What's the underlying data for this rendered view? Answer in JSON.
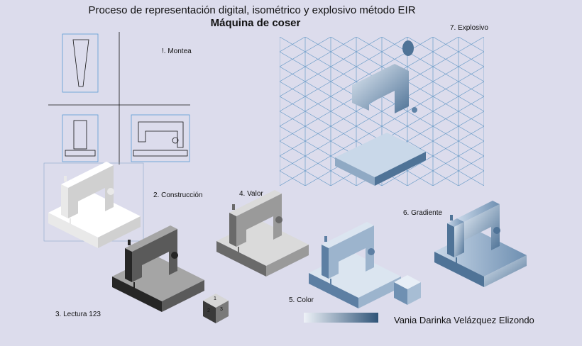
{
  "header": {
    "title": "Proceso de representación digital, isométrico y explosivo método EIR",
    "subtitle": "Máquina de coser"
  },
  "steps": {
    "montea": "!. Montea",
    "construccion": "2. Construcción",
    "lectura": "3. Lectura 123",
    "valor": "4. Valor",
    "color": "5. Color",
    "gradiente": "6. Gradiente",
    "explosivo": "7. Explosivo"
  },
  "cube_faces": {
    "top": "1",
    "left": "2",
    "right": "3"
  },
  "author": "Vania Darinka Velázquez Elizondo",
  "colors": {
    "background": "#dcdcec",
    "grid_line": "#6a9cc8",
    "orthographic_frame": "#5b9bd5",
    "gray_dark": "#4d4d4d",
    "gray_mid": "#9a9a9a",
    "blue_light": "#cfdcec",
    "blue_dark": "#3c5f82"
  }
}
